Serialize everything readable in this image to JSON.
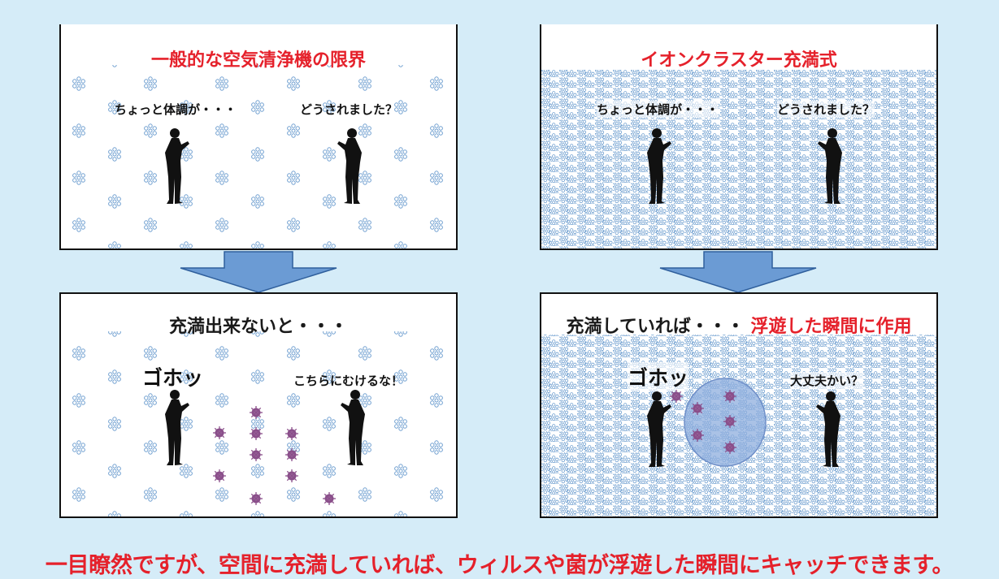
{
  "panels": {
    "top_left": {
      "title": "一般的な空気清浄機の限界",
      "speech_left": "ちょっと体調が・・・",
      "speech_right": "どうされました？"
    },
    "top_right": {
      "title": "イオンクラスター充満式",
      "speech_left": "ちょっと体調が・・・",
      "speech_right": "どうされました？"
    },
    "bottom_left": {
      "title": "充満出来ないと・・・",
      "speech_left": "ゴホッ",
      "speech_right": "こちらにむけるな！"
    },
    "bottom_right": {
      "title_part1": "充満していれば・・・",
      "title_part2": "浮遊した瞬間に作用",
      "speech_left": "ゴホッ",
      "speech_right": "大丈夫かい？"
    }
  },
  "caption": "一目瞭然ですが、空間に充満していれば、ウィルスや菌が浮遊した瞬間にキャッチできます。",
  "colors": {
    "background": "#d5ecf8",
    "accent_red": "#e5212b",
    "ion": "#6f9fd0",
    "arrow_fill": "#6b9bd4",
    "virus": "#8a4f8a",
    "capture_sphere": "#8eaedd"
  }
}
